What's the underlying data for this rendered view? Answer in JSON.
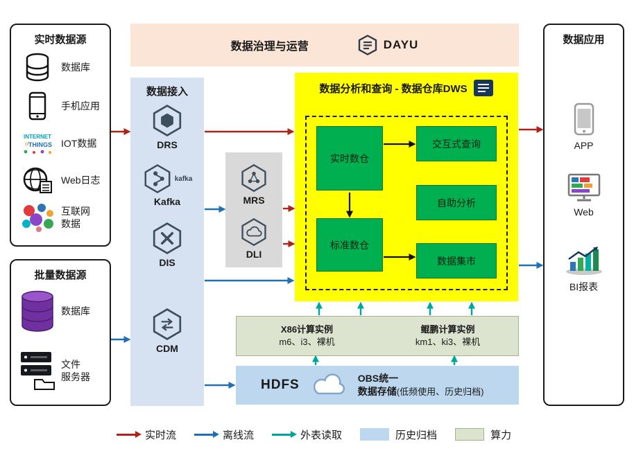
{
  "governance": {
    "title": "数据治理与运营",
    "logo_text": "DAYU"
  },
  "realtime_sources": {
    "title": "实时数据源",
    "items": [
      {
        "label": "数据库",
        "icon": "database-icon"
      },
      {
        "label": "手机应用",
        "icon": "mobile-phone-icon"
      },
      {
        "label": "IOT数据",
        "icon": "iot-wordcloud-icon",
        "icon_words": [
          "INTERNET",
          "of",
          "THINGS"
        ]
      },
      {
        "label": "Web日志",
        "icon": "globe-log-icon"
      },
      {
        "label": "互联网\n数据",
        "icon": "internet-bubbles-icon"
      }
    ]
  },
  "batch_sources": {
    "title": "批量数据源",
    "items": [
      {
        "label": "数据库",
        "icon": "database-purple-icon"
      },
      {
        "label": "文件\n服务器",
        "icon": "file-server-icon"
      }
    ]
  },
  "ingestion": {
    "title": "数据接入",
    "items": [
      {
        "label": "DRS",
        "icon": "drs-hexagon-icon"
      },
      {
        "label": "Kafka",
        "icon": "kafka-hexagon-icon",
        "wordmark": "kafka"
      },
      {
        "label": "DIS",
        "icon": "dis-hexagon-icon"
      },
      {
        "label": "CDM",
        "icon": "cdm-hexagon-icon"
      }
    ]
  },
  "analytics_services": {
    "items": [
      {
        "label": "MRS",
        "icon": "mrs-hexagon-icon"
      },
      {
        "label": "DLI",
        "icon": "dli-hexagon-icon"
      }
    ]
  },
  "dws": {
    "title": "数据分析和查询 - 数据仓库DWS",
    "warehouses": [
      {
        "label": "实时数仓"
      },
      {
        "label": "标准数仓"
      }
    ],
    "capabilities": [
      {
        "label": "交互式查询"
      },
      {
        "label": "自助分析"
      },
      {
        "label": "数据集市"
      }
    ]
  },
  "compute_instances": {
    "x86": {
      "title": "X86计算实例",
      "models": "m6、i3、裸机"
    },
    "kunpeng": {
      "title": "鲲鹏计算实例",
      "models": "km1、ki3、裸机"
    }
  },
  "storage": {
    "hdfs_label": "HDFS",
    "obs_line1": "OBS统一",
    "obs_line2": "数据存储",
    "obs_note": "(低频使用、历史归档)"
  },
  "applications": {
    "title": "数据应用",
    "items": [
      {
        "label": "APP",
        "icon": "app-phone-icon"
      },
      {
        "label": "Web",
        "icon": "web-monitor-icon"
      },
      {
        "label": "BI报表",
        "icon": "bi-chart-icon"
      }
    ]
  },
  "legend": {
    "items": [
      {
        "label": "实时流",
        "type": "arrow",
        "color": "#b02418"
      },
      {
        "label": "离线流",
        "type": "arrow",
        "color": "#1f6fb5"
      },
      {
        "label": "外表读取",
        "type": "arrow",
        "color": "#00a59b"
      },
      {
        "label": "历史归档",
        "type": "swatch",
        "color": "#bdd7ee"
      },
      {
        "label": "算力",
        "type": "swatch",
        "color": "#dce4cf"
      }
    ]
  },
  "colors": {
    "realtime_flow": "#b02418",
    "offline_flow": "#1f6fb5",
    "external_read": "#00a59b",
    "governance_bg": "#fbe5d6",
    "ingestion_bg": "#d6e2f2",
    "services_bg": "#d9d9d9",
    "dws_bg": "#ffff00",
    "green_box": "#00b050",
    "archive_bg": "#bdd7ee",
    "compute_bg": "#dce4cf"
  }
}
